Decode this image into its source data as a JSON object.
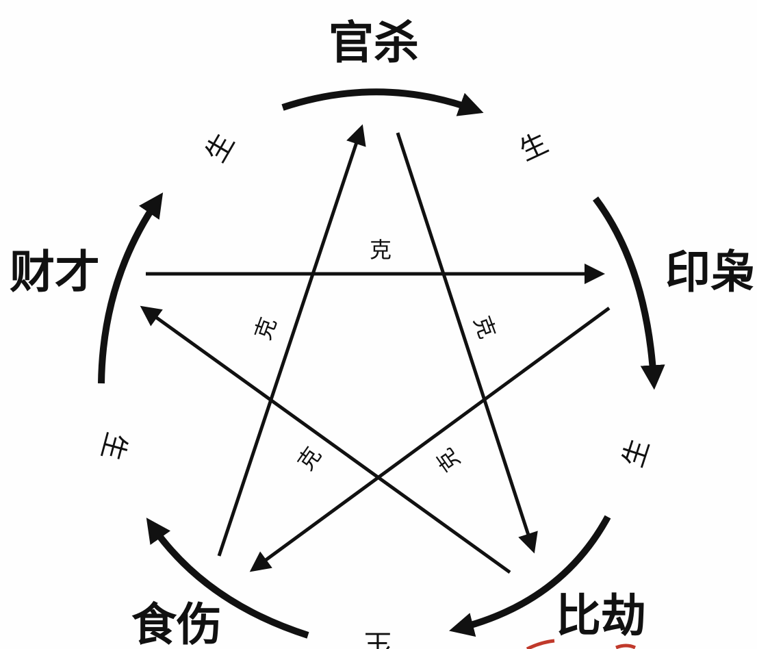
{
  "diagram": {
    "colors": {
      "ink": "#111111",
      "background": "#fefefe",
      "accent": "#c0392b"
    },
    "nodes": {
      "guansha": "官杀",
      "yinxiao": "印枭",
      "bijie": "比劫",
      "shishang": "食伤",
      "caicai": "财才"
    },
    "sheng_label": "生",
    "ke_label": "克"
  }
}
